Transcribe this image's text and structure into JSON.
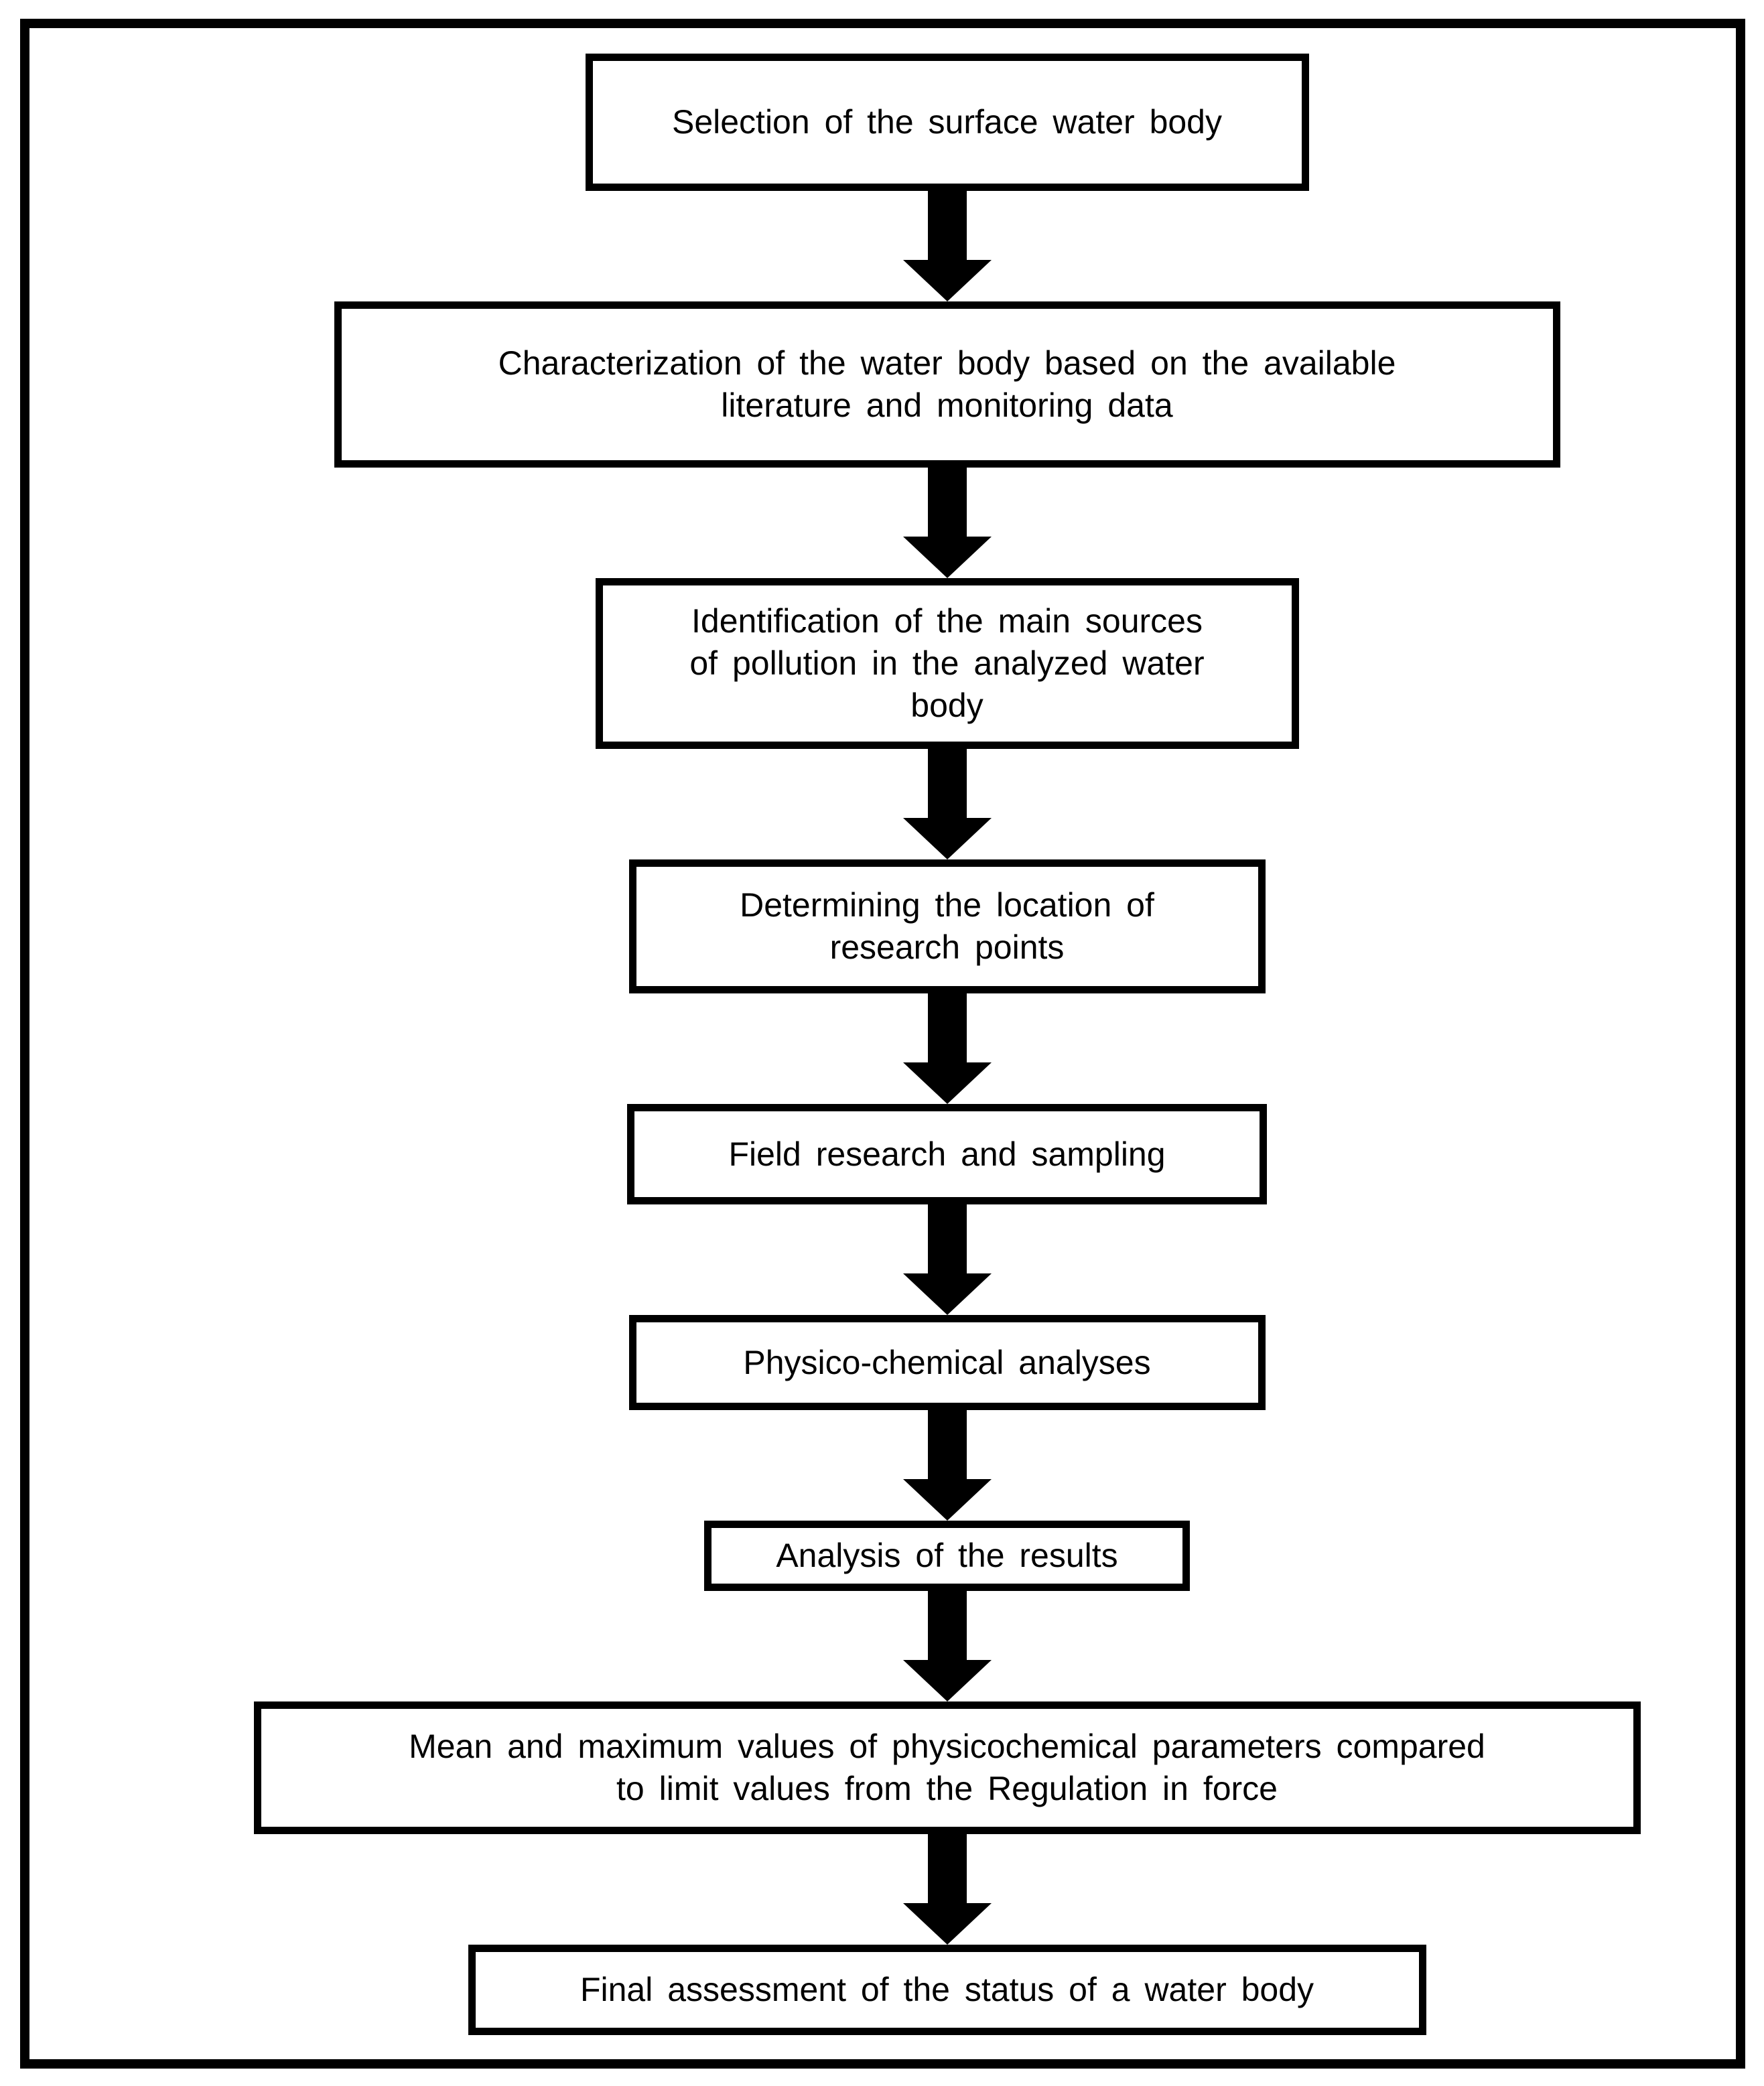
{
  "figure": {
    "type": "flowchart",
    "orientation": "top-down",
    "connector": "down-arrow",
    "colors": {
      "background": "#ffffff",
      "line": "#000000",
      "text": "#000000"
    },
    "steps": [
      {
        "name": "selection",
        "lines": [
          "Selection of the surface water body"
        ]
      },
      {
        "name": "characterization",
        "lines": [
          "Characterization of the water body based on the available",
          "literature and monitoring data"
        ]
      },
      {
        "name": "pollution-sources",
        "lines": [
          "Identification of the main sources",
          "of pollution in the analyzed water",
          "body"
        ]
      },
      {
        "name": "research-points",
        "lines": [
          "Determining the location of",
          "research points"
        ]
      },
      {
        "name": "field-research",
        "lines": [
          "Field research and sampling"
        ]
      },
      {
        "name": "physico-chemical",
        "lines": [
          "Physico-chemical analyses"
        ]
      },
      {
        "name": "results-analysis",
        "lines": [
          "Analysis of the results"
        ]
      },
      {
        "name": "values-comparison",
        "lines": [
          "Mean and maximum values of physicochemical parameters compared",
          "to limit values from the Regulation in force"
        ]
      },
      {
        "name": "final-assessment",
        "lines": [
          "Final assessment of the status of a water body"
        ]
      }
    ]
  }
}
